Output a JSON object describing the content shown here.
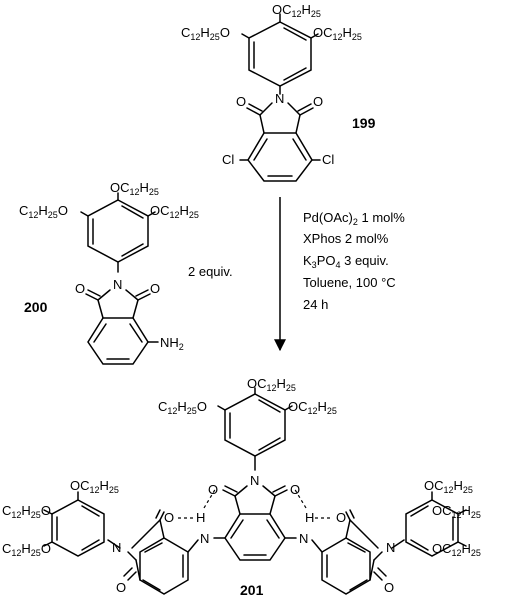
{
  "compounds": {
    "c199": {
      "label": "199"
    },
    "c200": {
      "label": "200",
      "equiv": "2 equiv."
    },
    "c201": {
      "label": "201"
    }
  },
  "groups": {
    "alkoxy": {
      "prefix": "OC",
      "sub1": "12",
      "mid": "H",
      "sub2": "25"
    },
    "alkoxy_rev": {
      "c": "C",
      "sub1": "12",
      "mid": "H",
      "sub2": "25",
      "suffix": "O"
    },
    "nh2": {
      "main": "NH",
      "sub": "2"
    },
    "h": "H",
    "n": "N",
    "o": "O",
    "cl": "Cl"
  },
  "conditions": {
    "line1": {
      "a": "Pd(OAc)",
      "sub": "2",
      "b": " 1 mol%"
    },
    "line2": "XPhos 2 mol%",
    "line3": {
      "a": "K",
      "sub1": "3",
      "b": "PO",
      "sub2": "4",
      "c": " 3 equiv."
    },
    "line4": "Toluene, 100 ",
    "line4_unit": "°C",
    "line5": "24 h"
  },
  "colors": {
    "ink": "#000000",
    "background": "#ffffff"
  }
}
